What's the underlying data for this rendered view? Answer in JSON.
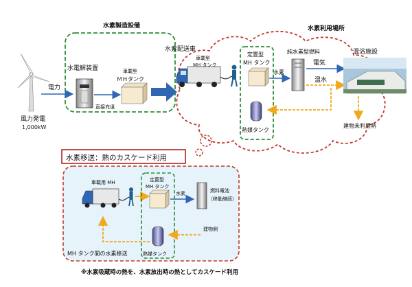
{
  "labels": {
    "production_title": "水素製造設備",
    "usage_title": "水素利用場所",
    "transport_truck": "水素配送車",
    "wind_power": "風力発電",
    "wind_capacity": "1,000kW",
    "electricity_in": "電力",
    "electrolysis": "水電解装置",
    "vehicle_mh_tank_1": "車載型",
    "vehicle_mh_tank_2": "ＭＨタンク",
    "direct_fill": "直接充填",
    "truck_tank_1": "車載型",
    "truck_tank_2": "MH タンク",
    "fixed_mh_1": "定置型",
    "fixed_mh_2": "MH タンク",
    "hydrogen_label": "水素",
    "heat_tank": "熱媒タンク",
    "fuel_cell": "純水素型燃料",
    "electricity_out": "電気",
    "hot_water": "温水",
    "bath_facility": "温浴施設",
    "unused_heat": "建物未利用熱",
    "cascade_box": "水素移送：熱のカスケード利用",
    "inset_vehicle_mh": "車載用 MH",
    "inset_fixed_1": "定置型",
    "inset_fixed_2": "MH タンク",
    "inset_hydrogen": "水素",
    "inset_fc_1": "燃料電池",
    "inset_fc_2": "（移動継続）",
    "inset_building_heat": "建物側",
    "inset_heat_tank": "熱媒タンク",
    "inset_transfer": "MH タンク間の水素移送",
    "footnote": "※水素吸蔵時の熱を、水素放出時の熱としてカスケード利用"
  },
  "colors": {
    "green_dash": "#2e8b3a",
    "red_dash": "#c0392b",
    "blue_arrow": "#2f67b2",
    "orange": "#f2a81d",
    "cascade_border": "#b22222",
    "inset_fill": "#e6f3fb"
  }
}
